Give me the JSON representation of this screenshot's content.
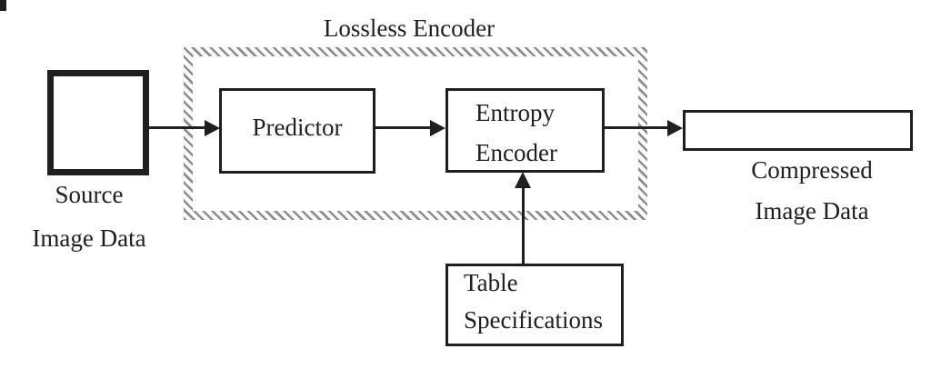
{
  "colors": {
    "ink": "#1f1f1f",
    "hatch": "#8e8e8e",
    "paper": "#ffffff"
  },
  "diagram": {
    "title": "Lossless Encoder",
    "source_image_data": {
      "caption_line1": "Source",
      "caption_line2": "Image Data"
    },
    "predictor": {
      "label": "Predictor"
    },
    "entropy_encoder": {
      "label_line1": "Entropy",
      "label_line2": "Encoder"
    },
    "table_specifications": {
      "label_line1": "Table",
      "label_line2": "Specifications"
    },
    "compressed_image_data": {
      "caption_line1": "Compressed",
      "caption_line2": "Image Data"
    }
  }
}
